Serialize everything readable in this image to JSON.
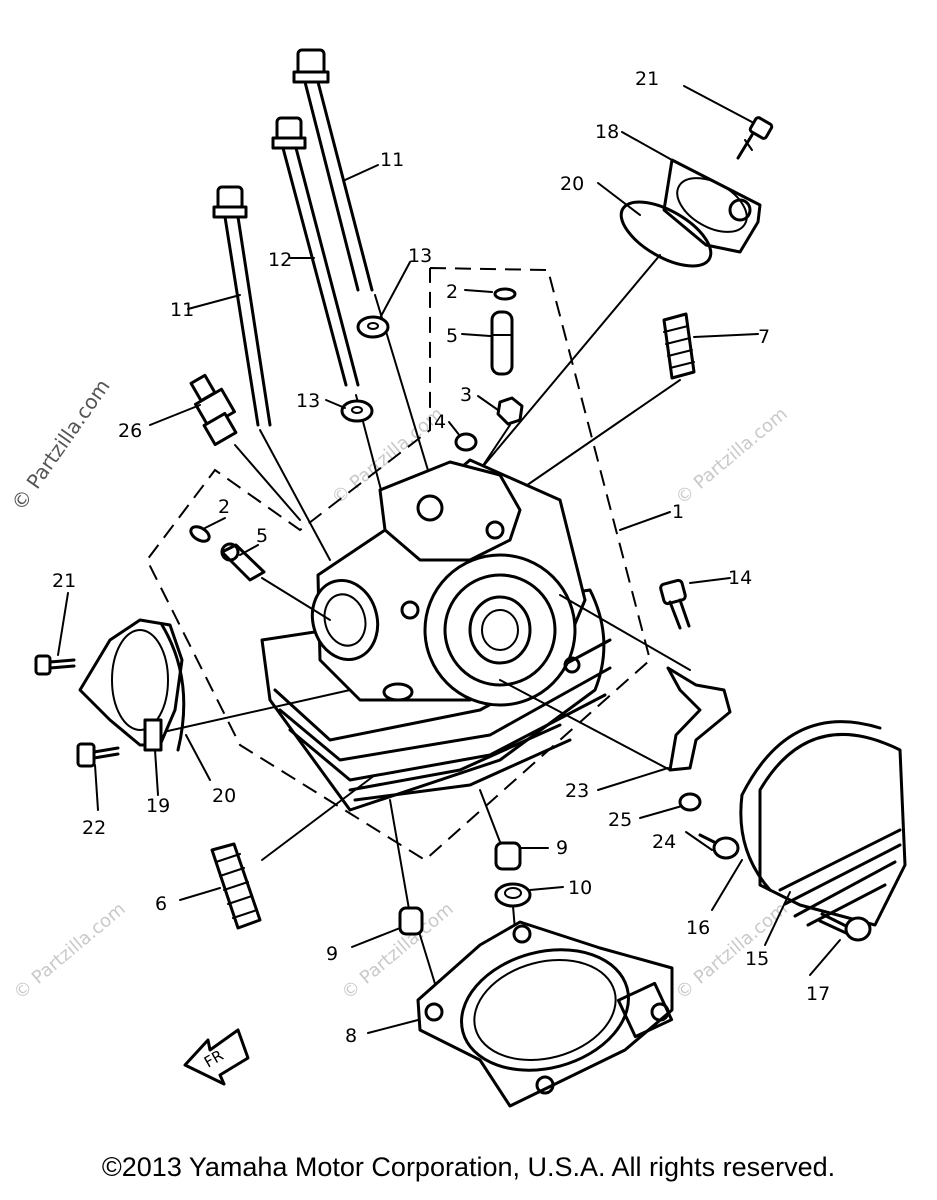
{
  "watermark": {
    "text": "© Partzilla.com"
  },
  "footer": {
    "copyright": "©2013 Yamaha Motor Corporation, U.S.A. All rights reserved."
  },
  "callouts": {
    "n1": "1",
    "n2a": "2",
    "n2b": "2",
    "n3": "3",
    "n4": "4",
    "n5a": "5",
    "n5b": "5",
    "n6": "6",
    "n7": "7",
    "n8": "8",
    "n9a": "9",
    "n9b": "9",
    "n10": "10",
    "n11a": "11",
    "n11b": "11",
    "n12": "12",
    "n13a": "13",
    "n13b": "13",
    "n14": "14",
    "n15": "15",
    "n16": "16",
    "n17": "17",
    "n18": "18",
    "n19": "19",
    "n20a": "20",
    "n20b": "20",
    "n21a": "21",
    "n21b": "21",
    "n22": "22",
    "n23": "23",
    "n24": "24",
    "n25": "25",
    "n26": "26"
  },
  "fr_mark": "FR"
}
